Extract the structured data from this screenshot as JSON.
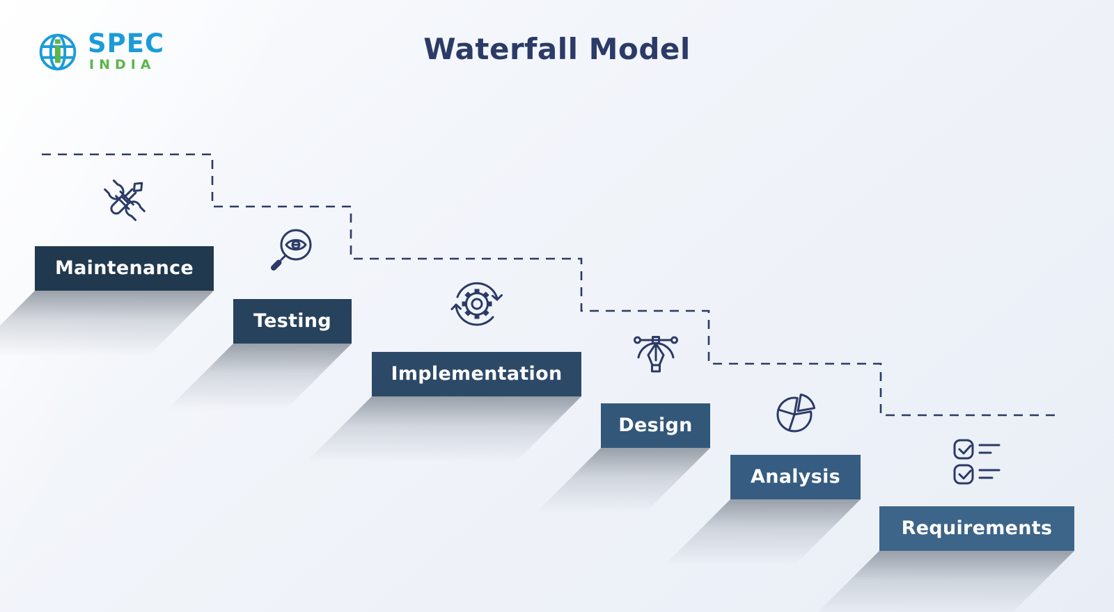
{
  "title": "Waterfall Model",
  "logo": {
    "mark": "i",
    "spec": "SPEC",
    "india": "INDIA"
  },
  "steps": [
    {
      "label": "Maintenance",
      "icon": "wrench-screwdriver-icon",
      "box_color": "#21394f"
    },
    {
      "label": "Testing",
      "icon": "magnifier-eye-icon",
      "box_color": "#27425c"
    },
    {
      "label": "Implementation",
      "icon": "gear-sync-icon",
      "box_color": "#2c4a67"
    },
    {
      "label": "Design",
      "icon": "pen-tool-icon",
      "box_color": "#325779"
    },
    {
      "label": "Analysis",
      "icon": "pie-chart-icon",
      "box_color": "#365c82"
    },
    {
      "label": "Requirements",
      "icon": "checklist-icon",
      "box_color": "#3d6489"
    }
  ],
  "colors": {
    "background": "#eef2f8",
    "title_text": "#2b3a66",
    "connector_line": "#2b3a60",
    "icon_stroke": "#2b3a66",
    "label_text": "#ffffff",
    "logo_blue": "#1b9cd8",
    "logo_green": "#5cb648",
    "shadow_gray": "#8a919b"
  }
}
